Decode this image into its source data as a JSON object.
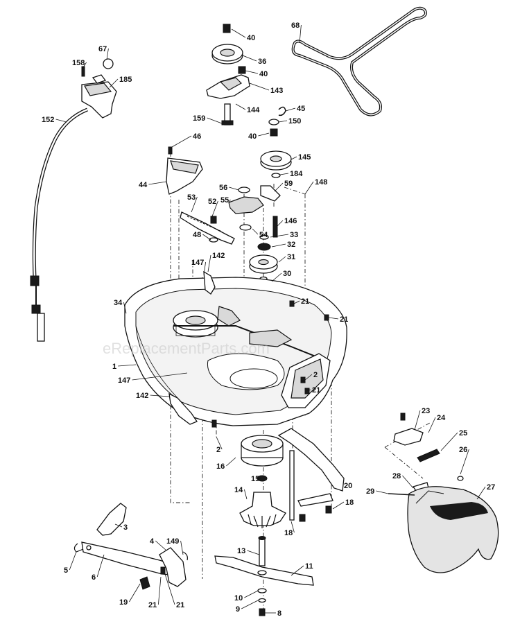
{
  "diagram": {
    "watermark": "eReplacementParts.com",
    "callouts": [
      "68",
      "67",
      "158",
      "185",
      "152",
      "40",
      "36",
      "40",
      "143",
      "144",
      "159",
      "45",
      "150",
      "40",
      "46",
      "44",
      "145",
      "184",
      "59",
      "148",
      "56",
      "55",
      "53",
      "52",
      "48",
      "146",
      "54",
      "33",
      "32",
      "31",
      "30",
      "147",
      "142",
      "34",
      "21",
      "21",
      "1",
      "147",
      "2",
      "21",
      "142",
      "2",
      "16",
      "15",
      "14",
      "20",
      "18",
      "18",
      "21",
      "23",
      "24",
      "25",
      "26",
      "27",
      "28",
      "29",
      "3",
      "4",
      "149",
      "5",
      "6",
      "19",
      "21",
      "13",
      "11",
      "10",
      "9",
      "8"
    ]
  }
}
